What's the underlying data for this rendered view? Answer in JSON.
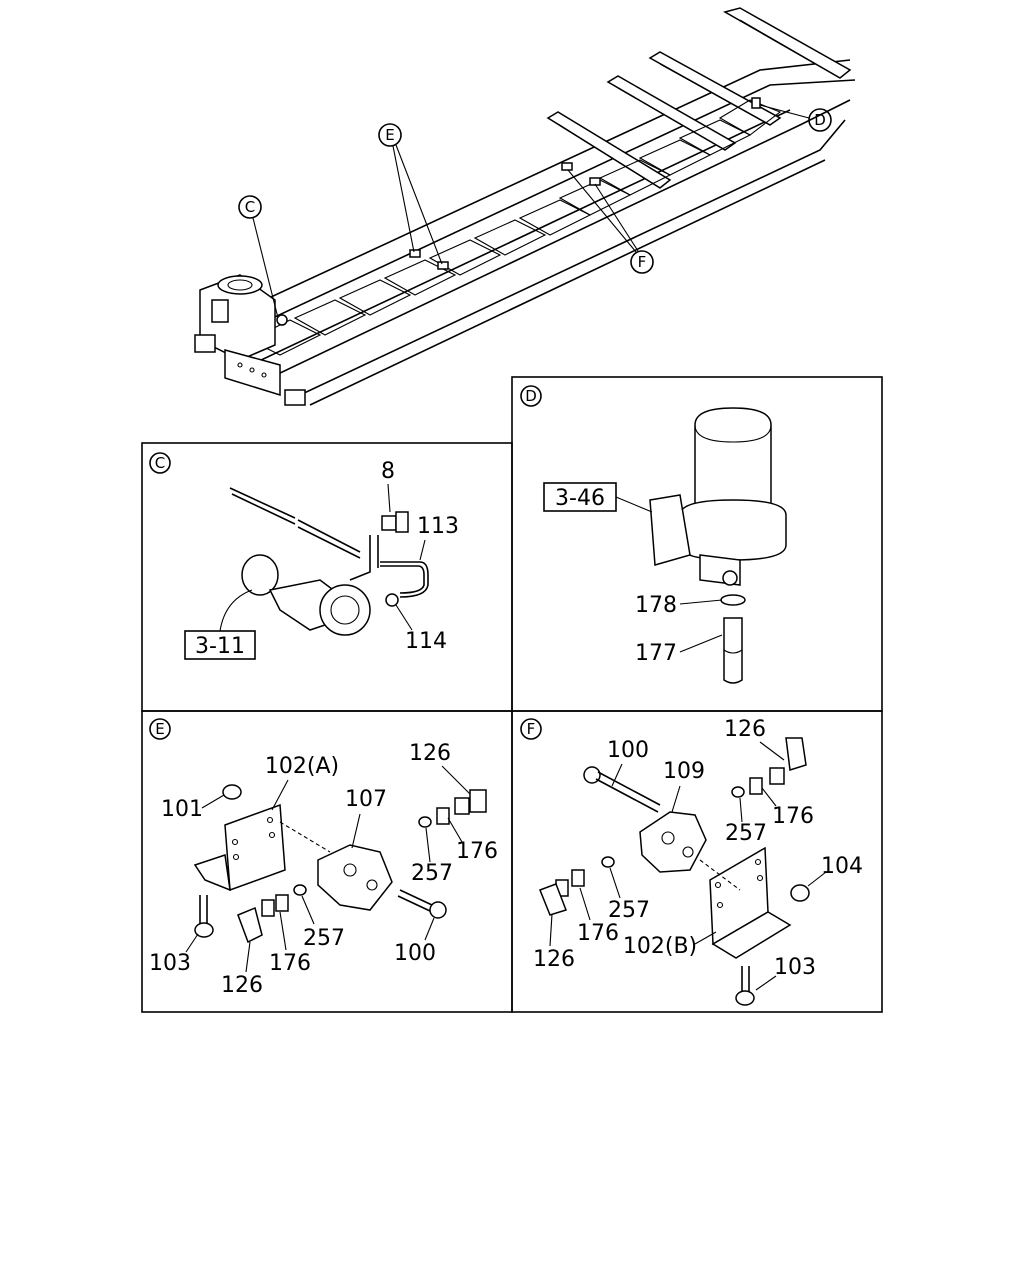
{
  "overview": {
    "callouts": [
      {
        "id": "C",
        "letter": "C"
      },
      {
        "id": "D",
        "letter": "D"
      },
      {
        "id": "E",
        "letter": "E"
      },
      {
        "id": "F",
        "letter": "F"
      }
    ]
  },
  "panel_c": {
    "letter": "C",
    "labels": {
      "p8": "8",
      "p113": "113",
      "p114": "114"
    },
    "ref_box": "3-11"
  },
  "panel_d": {
    "letter": "D",
    "labels": {
      "p178": "178",
      "p177": "177"
    },
    "ref_box": "3-46"
  },
  "panel_e": {
    "letter": "E",
    "labels": {
      "p102a": "102(A)",
      "p101": "101",
      "p107": "107",
      "p126_top": "126",
      "p176_right": "176",
      "p257_right": "257",
      "p103": "103",
      "p257_mid": "257",
      "p176_bottom": "176",
      "p126_bottom": "126",
      "p100": "100"
    }
  },
  "panel_f": {
    "letter": "F",
    "labels": {
      "p100": "100",
      "p109": "109",
      "p126_top": "126",
      "p176_right": "176",
      "p257_right": "257",
      "p104": "104",
      "p257_left": "257",
      "p176_left": "176",
      "p102b": "102(B)",
      "p126_left": "126",
      "p103": "103"
    }
  }
}
